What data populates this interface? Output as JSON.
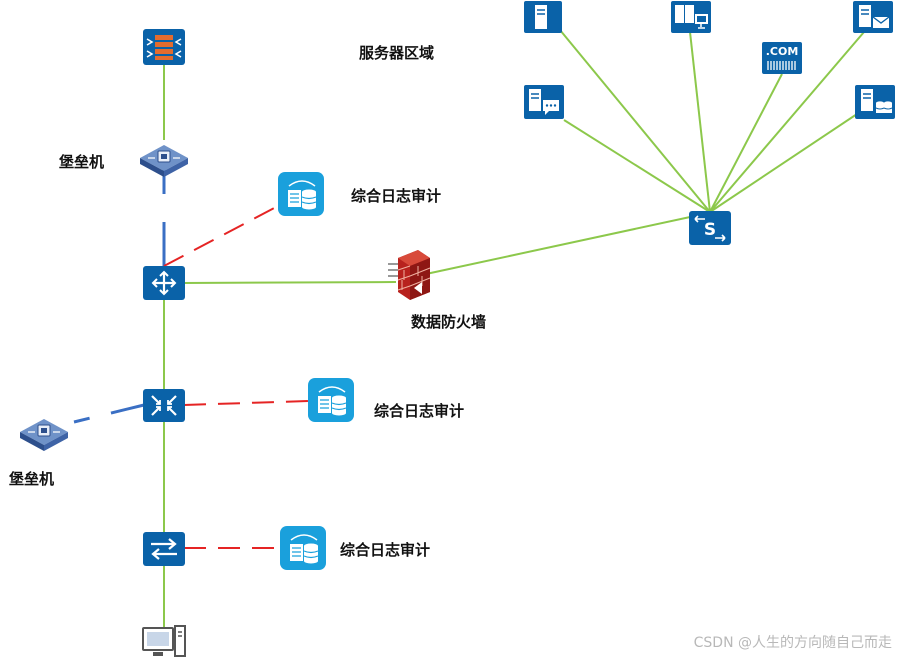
{
  "labels": {
    "server_zone": "服务器区域",
    "bastion_top": "堡垒机",
    "bastion_left": "堡垒机",
    "log_audit_1": "综合日志审计",
    "log_audit_2": "综合日志审计",
    "log_audit_3": "综合日志审计",
    "data_firewall": "数据防火墙"
  },
  "server_badge": ".COM",
  "watermark": "CSDN @人生的方向随自己而走",
  "colors": {
    "device_blue": "#0a62a8",
    "audit_cyan": "#1aa0dc",
    "link_green": "#8cc84b",
    "link_blue": "#3a6fc4",
    "link_red_dashed": "#e52424",
    "firewall_red": "#b8221e"
  }
}
